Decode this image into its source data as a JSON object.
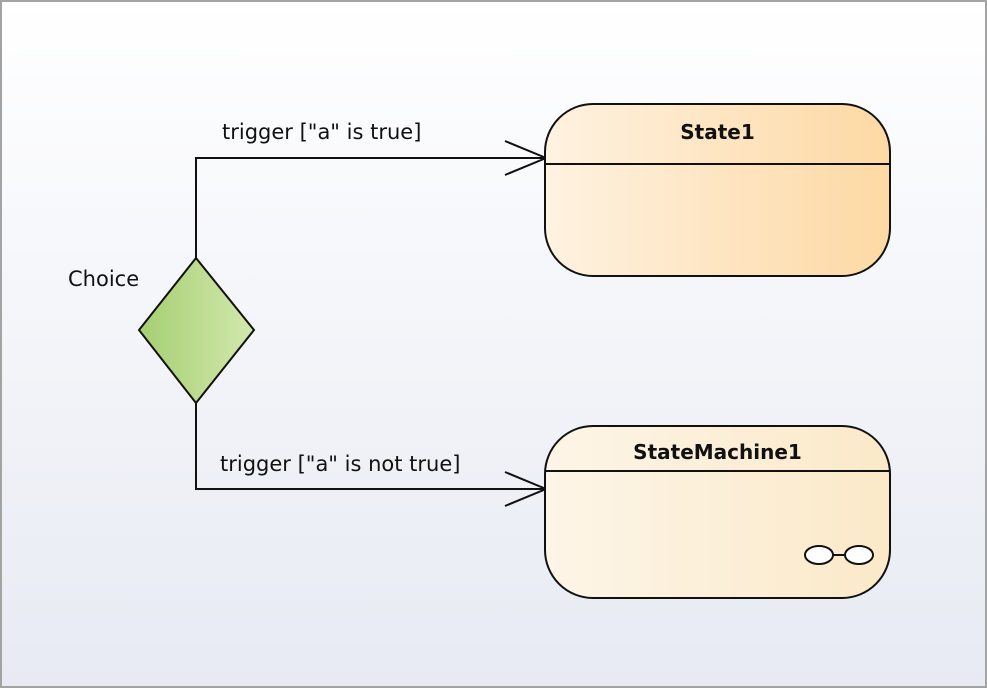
{
  "diagram": {
    "choice": {
      "label": "Choice"
    },
    "transitions": [
      {
        "label": "trigger [\"a\" is true]"
      },
      {
        "label": "trigger [\"a\" is not true]"
      }
    ],
    "states": [
      {
        "name": "State1"
      },
      {
        "name": "StateMachine1"
      }
    ],
    "colors": {
      "choice_fill": "#b9d98a",
      "state_fill": "#fddcaa",
      "statemachine_fill": "#fcebcc",
      "stroke": "#111111",
      "frame": "#a3a3a3"
    }
  }
}
